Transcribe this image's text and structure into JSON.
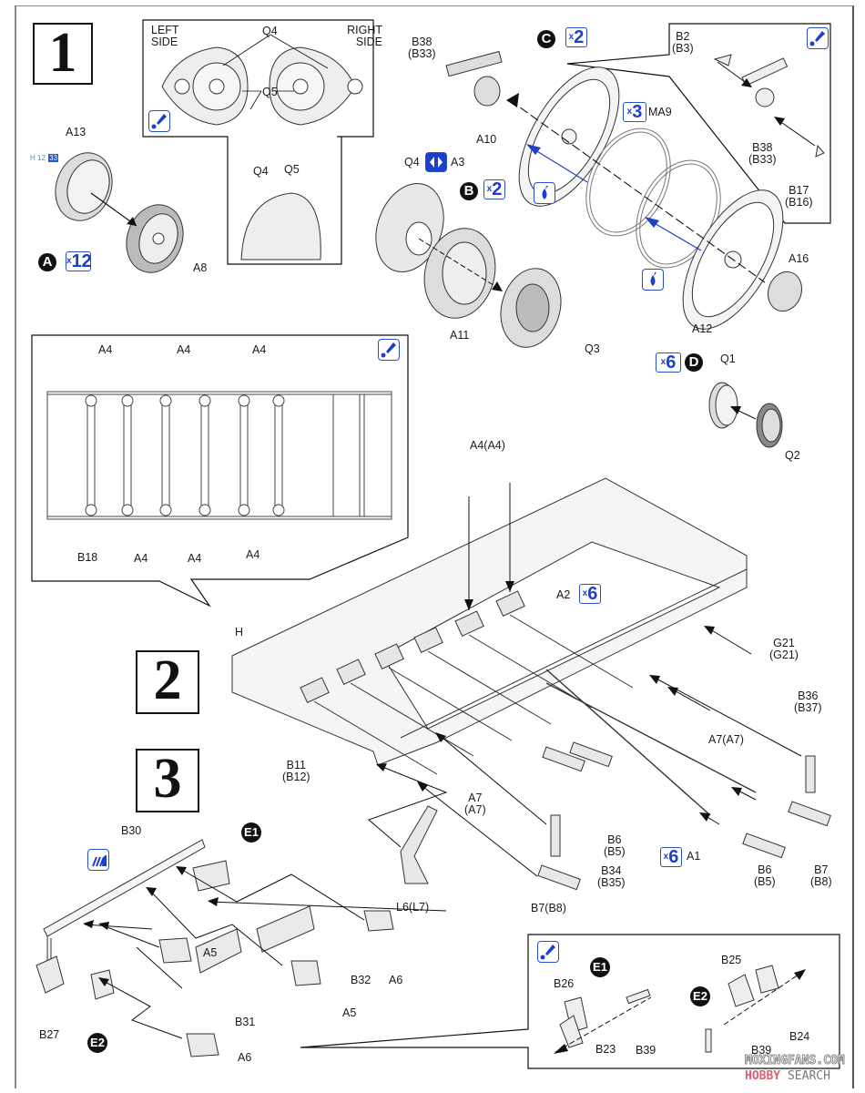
{
  "document": {
    "type": "model-kit assembly instructions",
    "steps": [
      {
        "number": "1"
      },
      {
        "number": "2"
      },
      {
        "number": "3"
      }
    ]
  },
  "step1": {
    "inset_left_label": "LEFT SIDE",
    "inset_right_label": "RIGHT SIDE",
    "inset_q4": "Q4",
    "inset_q5": "Q5",
    "detail_q4": "Q4",
    "detail_q5": "Q5",
    "road_wheel": {
      "part_outer": "A13",
      "part_inner": "A8",
      "color_code_prefix": "H 12",
      "color_code_highlight": "33",
      "sub_assembly": "A",
      "quantity": "12"
    },
    "idler": {
      "arm": "B38\n(B33)",
      "wheel_front": "A10",
      "wheel_back": "A12",
      "hub": "A16",
      "ring": "MA9",
      "ring_quantity": "3",
      "sub_assembly": "C",
      "quantity": "2"
    },
    "idler_detail": {
      "bracket": "B2\n(B3)",
      "arm": "B38\n(B33)",
      "clip": "B17\n(B16)"
    },
    "sprocket": {
      "housing": "Q4",
      "option_target": "A3",
      "front": "A11",
      "back": "Q3",
      "sub_assembly": "B",
      "quantity": "2"
    },
    "return_roller": {
      "part1": "Q1",
      "part2": "Q2",
      "sub_assembly": "D",
      "quantity": "6"
    }
  },
  "step2": {
    "topview_labels_top": [
      "A4",
      "A4",
      "A4"
    ],
    "topview_labels_bottom": [
      "B18",
      "A4",
      "A4",
      "A4"
    ],
    "hull": "H",
    "a4_pair": "A4(A4)",
    "torsion_bar": "A2",
    "torsion_bar_quantity": "6",
    "bump_stop": "G21\n(G21)",
    "stop_a7_right": "A7(A7)",
    "arm_b36": "B36\n(B37)",
    "plate_b11": "B11\n(B12)",
    "stop_a7_left": "A7\n(A7)",
    "arm_b6_top": "B6\n(B5)",
    "shock_b34": "B34\n(B35)",
    "bracket_l6": "L6(L7)",
    "arm_b7_left": "B7(B8)",
    "axle_a1": "A1",
    "axle_quantity": "6",
    "arm_b6_bottom": "B6\n(B5)",
    "arm_b7_right": "B7\n(B8)"
  },
  "step3": {
    "b30": "B30",
    "e1": "E1",
    "e2": "E2",
    "a5_top": "A5",
    "a5_bottom": "A5",
    "b32": "B32",
    "a6_right": "A6",
    "a6_bottom": "A6",
    "b31": "B31",
    "b27": "B27",
    "detail": {
      "e1": "E1",
      "e2": "E2",
      "b26": "B26",
      "b23": "B23",
      "b39_left": "B39",
      "b25": "B25",
      "b39_right": "B39",
      "b24": "B24"
    }
  },
  "icons": {
    "paint": "paint-brush-icon",
    "glue": "glue-drop-icon",
    "option": "swap-option-icon",
    "texture": "texture-stripes-icon"
  },
  "colors": {
    "instruction_blue": "#1e3fc8",
    "line": "#111111",
    "watermark_red": "#e06070"
  },
  "watermark": {
    "line1": "MOXINGFANS.COM",
    "line2_brand": "HOBBY",
    "line2_rest": " SEARCH"
  }
}
